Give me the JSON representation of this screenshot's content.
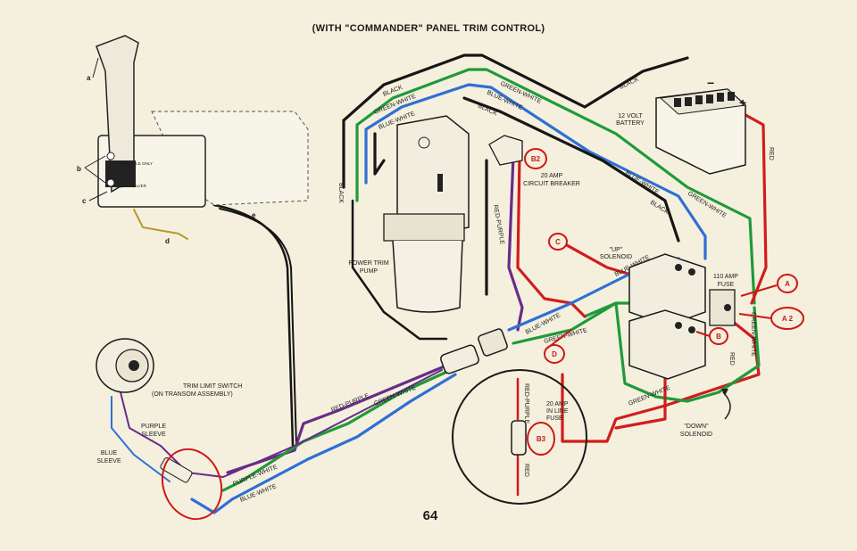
{
  "header": {
    "title": "(WITH \"COMMANDER\" PANEL TRIM CONTROL)"
  },
  "page_number": "64",
  "components": {
    "battery": {
      "line1": "12 VOLT",
      "line2": "BATTERY",
      "neg": "−",
      "pos": "+"
    },
    "pump": {
      "line1": "POWER TRIM",
      "line2": "PUMP"
    },
    "breaker": {
      "line1": "20 AMP",
      "line2": "CIRCUIT BREAKER"
    },
    "up_solenoid": {
      "line1": "\"UP\"",
      "line2": "SOLENOID"
    },
    "down_solenoid": {
      "line1": "\"DOWN\"",
      "line2": "SOLENOID"
    },
    "fuse": {
      "line1": "110 AMP",
      "line2": "FUSE"
    },
    "inline_fuse": {
      "line1": "20 AMP",
      "line2": "IN LINE",
      "line3": "FUSE"
    },
    "trim_limit": {
      "line1": "TRIM LIMIT SWITCH",
      "line2": "(ON TRANSOM ASSEMBLY)"
    },
    "purple_sleeve": {
      "line1": "PURPLE",
      "line2": "SLEEVE"
    },
    "blue_sleeve": {
      "line1": "BLUE",
      "line2": "SLEEVE"
    },
    "control_label": "THROTTLE ONLY",
    "control_sublabel": "QUICKSILVER"
  },
  "letters": {
    "a": "a",
    "b": "b",
    "c": "c",
    "d": "d",
    "e": "e"
  },
  "callouts": {
    "A": "A",
    "A2": "A 2",
    "B": "B",
    "B2": "B2",
    "B3": "B3",
    "C": "C",
    "D": "D"
  },
  "wire_labels": {
    "black": "BLACK",
    "green_white": "GREEN-WHITE",
    "blue_white": "BLUE-WHITE",
    "red": "RED",
    "red_purple": "RED-PURPLE",
    "purple_white": "PURPLE-WHITE"
  },
  "colors": {
    "red": "#d21c1c",
    "green": "#1f9a3a",
    "blue": "#2f6fd6",
    "purple": "#6a2b8a",
    "black": "#161616",
    "background": "#f4f0dd",
    "callout": "#d01616"
  }
}
